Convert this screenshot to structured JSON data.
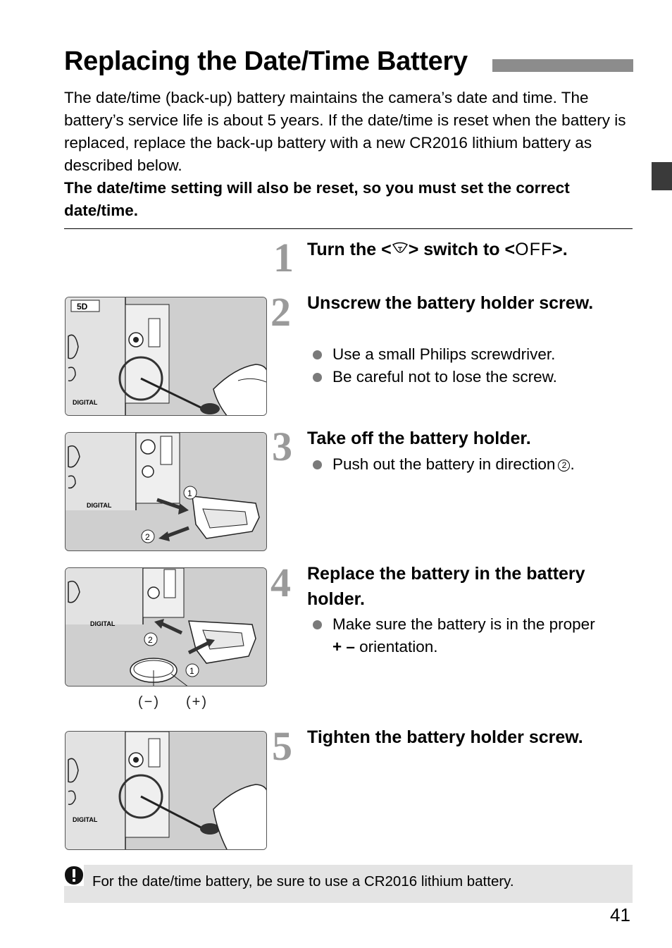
{
  "header": {
    "title": "Replacing the Date/Time Battery"
  },
  "intro": {
    "paragraph": "The date/time (back-up) battery maintains the camera’s date and time. The battery’s service life is about 5 years. If the date/time is reset when the battery is replaced, replace the back-up battery with a new CR2016 lithium battery as described below.",
    "warning": "The date/time setting will also be reset, so you must set the correct date/time."
  },
  "steps": [
    {
      "number": "1",
      "title_pre": "Turn the <",
      "title_post": "> switch to <",
      "title_off": "OFF",
      "title_end": ">.",
      "icon": "power-switch-icon"
    },
    {
      "number": "2",
      "title": "Unscrew the battery holder screw.",
      "bullets": [
        "Use a small Philips screwdriver.",
        "Be careful not to lose the screw."
      ],
      "image": "camera-screwdriver-unscrew-image"
    },
    {
      "number": "3",
      "title": "Take off the battery holder.",
      "bullets": [
        "Push out the battery in direction"
      ],
      "bullet_circled": "2",
      "bullet_end": ".",
      "image": "battery-holder-removal-image",
      "callouts": [
        "1",
        "2"
      ]
    },
    {
      "number": "4",
      "title": "Replace the battery in the battery holder.",
      "bullets": [
        "Make sure the battery is in the proper"
      ],
      "bullet_bold": "+ –",
      "bullet_tail": "orientation.",
      "image": "battery-insert-image",
      "callouts": [
        "2",
        "1"
      ],
      "polarity_minus": "(−)",
      "polarity_plus": "(+)"
    },
    {
      "number": "5",
      "title": "Tighten the battery holder screw.",
      "image": "camera-screwdriver-tighten-image"
    }
  ],
  "caution": {
    "icon": "caution-icon",
    "text": "For the date/time battery, be sure to use a CR2016 lithium battery."
  },
  "page_number": "41",
  "colors": {
    "step_number": "#9a9a9a",
    "title_bar": "#8c8c8c",
    "note_background": "#e4e4e4",
    "side_tab": "#3a3a3a"
  }
}
